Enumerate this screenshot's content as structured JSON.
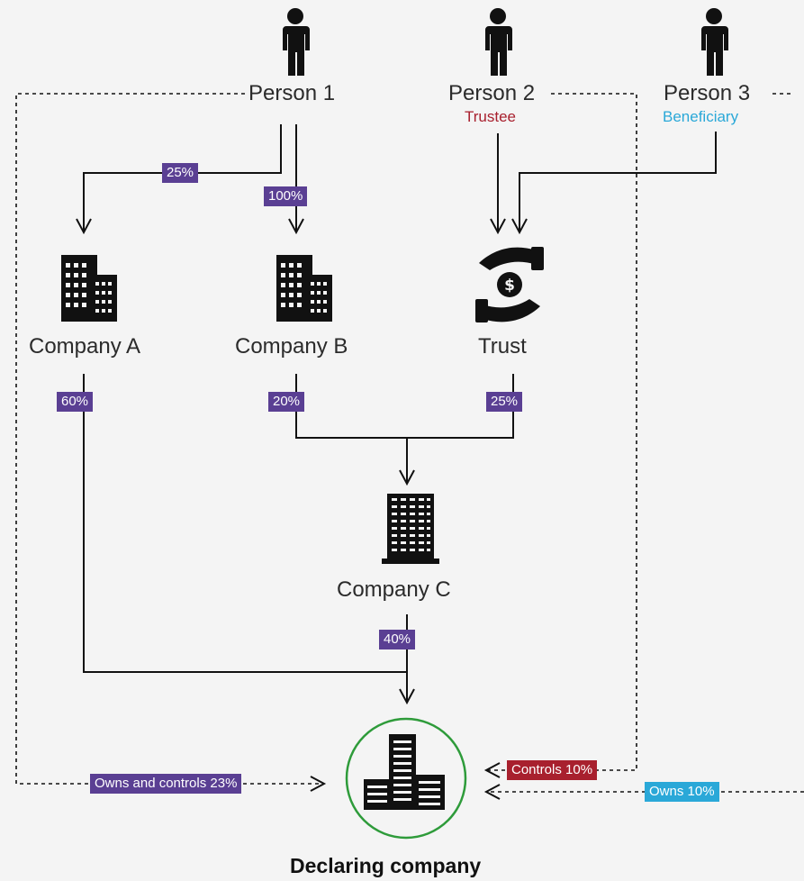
{
  "colors": {
    "background": "#f4f4f4",
    "line": "#111111",
    "ownership_tag": "#5a3f93",
    "controls_tag": "#a8202e",
    "owns_tag": "#2aa8d8",
    "trustee_text": "#a8202e",
    "beneficiary_text": "#2aa8d8",
    "declaring_ring": "#2e9b3a"
  },
  "persons": [
    {
      "label": "Person 1",
      "role": ""
    },
    {
      "label": "Person 2",
      "role": "Trustee"
    },
    {
      "label": "Person 3",
      "role": "Beneficiary"
    }
  ],
  "entities": {
    "company_a": "Company A",
    "company_b": "Company B",
    "trust": "Trust",
    "company_c": "Company C",
    "declaring": "Declaring company"
  },
  "ownership": {
    "p1_company_a": "25%",
    "p1_company_b": "100%",
    "company_a_declaring": "60%",
    "company_b_company_c": "20%",
    "trust_company_c": "25%",
    "company_c_declaring": "40%"
  },
  "relations": {
    "person1_declaring": "Owns and controls 23%",
    "person2_declaring": "Controls 10%",
    "person3_declaring": "Owns 10%"
  },
  "icons": {
    "person": "person-icon",
    "office_building": "office-building-icon",
    "trust": "hands-money-icon",
    "tower": "tower-building-icon"
  }
}
